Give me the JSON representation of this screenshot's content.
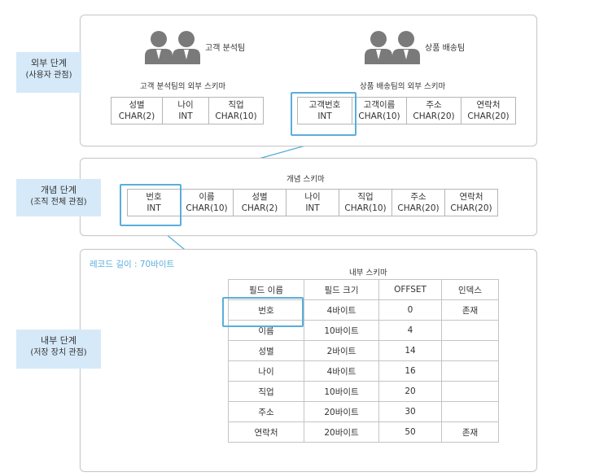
{
  "levels": {
    "external": {
      "title": "외부 단계",
      "sub": "(사용자 관점)"
    },
    "conceptual": {
      "title": "개념 단계",
      "sub": "(조직 전체 관점)"
    },
    "internal": {
      "title": "내부 단계",
      "sub": "(저장 장치 관점)"
    }
  },
  "external": {
    "team1": {
      "name": "고객 분석팀",
      "schema_title": "고객 분석팀의 외부 스키마",
      "fields": [
        {
          "name": "성별",
          "type": "CHAR(2)"
        },
        {
          "name": "나이",
          "type": "INT"
        },
        {
          "name": "직업",
          "type": "CHAR(10)"
        }
      ]
    },
    "team2": {
      "name": "상품 배송팀",
      "schema_title": "상품 배송팀의 외부 스키마",
      "fields": [
        {
          "name": "고객번호",
          "type": "INT"
        },
        {
          "name": "고객이름",
          "type": "CHAR(10)"
        },
        {
          "name": "주소",
          "type": "CHAR(20)"
        },
        {
          "name": "연락처",
          "type": "CHAR(20)"
        }
      ]
    }
  },
  "conceptual": {
    "schema_title": "개념 스키마",
    "fields": [
      {
        "name": "번호",
        "type": "INT"
      },
      {
        "name": "이름",
        "type": "CHAR(10)"
      },
      {
        "name": "성별",
        "type": "CHAR(2)"
      },
      {
        "name": "나이",
        "type": "INT"
      },
      {
        "name": "직업",
        "type": "CHAR(10)"
      },
      {
        "name": "주소",
        "type": "CHAR(20)"
      },
      {
        "name": "연락처",
        "type": "CHAR(20)"
      }
    ]
  },
  "internal": {
    "record_length": "레코드 길이 : 70바이트",
    "schema_title": "내부 스키마",
    "headers": [
      "필드 이름",
      "필드 크기",
      "OFFSET",
      "인덱스"
    ],
    "rows": [
      [
        "번호",
        "4바이트",
        "0",
        "존재"
      ],
      [
        "이름",
        "10바이트",
        "4",
        ""
      ],
      [
        "성별",
        "2바이트",
        "14",
        ""
      ],
      [
        "나이",
        "4바이트",
        "16",
        ""
      ],
      [
        "직업",
        "10바이트",
        "20",
        ""
      ],
      [
        "주소",
        "20바이트",
        "30",
        ""
      ],
      [
        "연락처",
        "20바이트",
        "50",
        "존재"
      ]
    ]
  },
  "colors": {
    "highlight": "#5aaedc",
    "label_bg": "#d6e9f8",
    "icon": "#7a7a7a"
  }
}
